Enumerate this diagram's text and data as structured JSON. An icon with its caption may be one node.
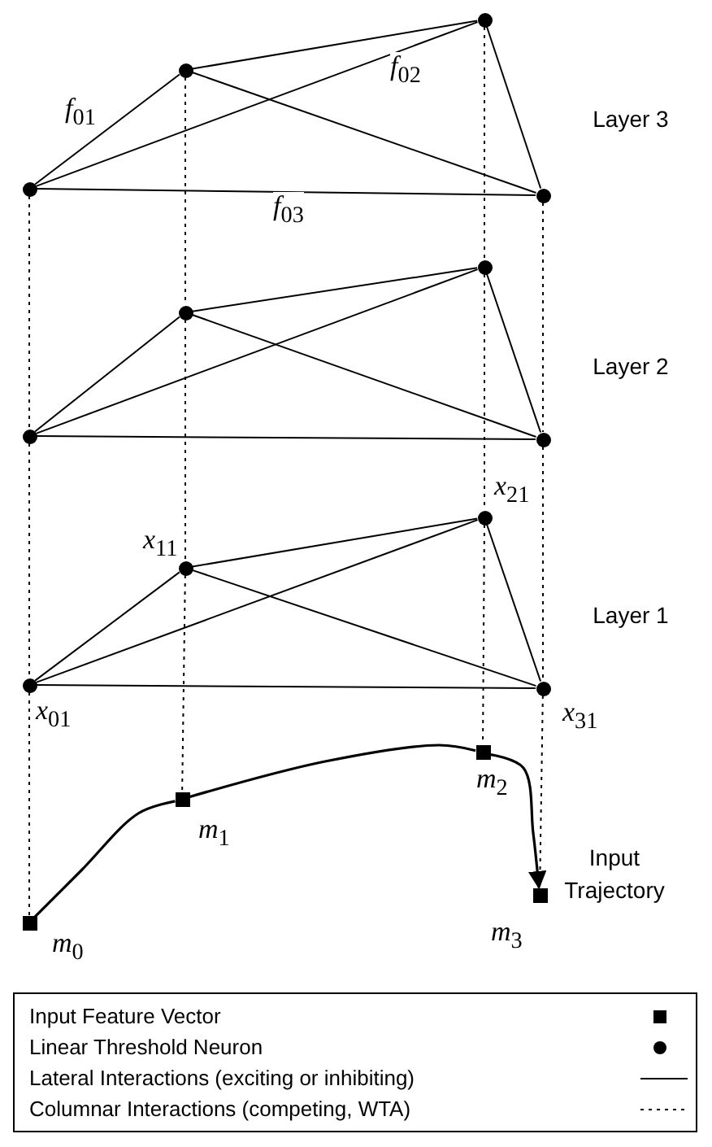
{
  "diagram": {
    "nodes": [
      {
        "text": [],
        "shape": "circle"
      },
      {
        "text": [],
        "shape": "circle"
      },
      {
        "text": [],
        "shape": "circle"
      },
      {
        "text": [],
        "shape": "circle"
      },
      {
        "text": [],
        "shape": "circle"
      },
      {
        "text": [],
        "shape": "circle"
      },
      {
        "text": [],
        "shape": "circle"
      },
      {
        "text": [],
        "shape": "circle"
      },
      {
        "text": [],
        "shape": "circle",
        "beside": [
          "*x*$_{01}$"
        ]
      },
      {
        "text": [],
        "shape": "circle",
        "beside": [
          "*x*$_{11}$"
        ]
      },
      {
        "text": [],
        "shape": "circle",
        "beside": [
          "*x*$_{21}$"
        ]
      },
      {
        "text": [],
        "shape": "circle",
        "beside": [
          "*x*$_{31}$"
        ]
      },
      {
        "text": [],
        "shape": "box",
        "beside": [
          "*m*$_{0}$"
        ]
      },
      {
        "text": [],
        "shape": "box",
        "beside": [
          "*m*$_{1}$"
        ]
      },
      {
        "text": [],
        "shape": "box",
        "beside": [
          "*m*$_{2}$"
        ]
      },
      {
        "text": [],
        "shape": "box",
        "beside": [
          "*m*$_{3}$"
        ]
      }
    ],
    "edges": [
      {
        "from": 0,
        "to": 1,
        "arrow": "none",
        "label": "*f*$_{01}$"
      },
      {
        "from": 0,
        "to": 2,
        "arrow": "none",
        "label": "*f*$_{02}$"
      },
      {
        "from": 0,
        "to": 3,
        "arrow": "none",
        "label": "*f*$_{03}$"
      },
      {
        "from": 1,
        "to": 2,
        "arrow": "none"
      },
      {
        "from": 1,
        "to": 3,
        "arrow": "none"
      },
      {
        "from": 2,
        "to": 3,
        "arrow": "none"
      },
      {
        "from": 4,
        "to": 5,
        "arrow": "none"
      },
      {
        "from": 4,
        "to": 6,
        "arrow": "none"
      },
      {
        "from": 4,
        "to": 7,
        "arrow": "none"
      },
      {
        "from": 5,
        "to": 6,
        "arrow": "none"
      },
      {
        "from": 5,
        "to": 7,
        "arrow": "none"
      },
      {
        "from": 6,
        "to": 7,
        "arrow": "none"
      },
      {
        "from": 8,
        "to": 9,
        "arrow": "none"
      },
      {
        "from": 8,
        "to": 10,
        "arrow": "none"
      },
      {
        "from": 8,
        "to": 11,
        "arrow": "none"
      },
      {
        "from": 9,
        "to": 10,
        "arrow": "none"
      },
      {
        "from": 9,
        "to": 11,
        "arrow": "none"
      },
      {
        "from": 10,
        "to": 11,
        "arrow": "none"
      },
      {
        "from": 0,
        "to": 4,
        "arrow": "none",
        "style": "dashed"
      },
      {
        "from": 4,
        "to": 8,
        "arrow": "none",
        "style": "dashed"
      },
      {
        "from": 8,
        "to": 12,
        "arrow": "none",
        "style": "dashed"
      },
      {
        "from": 1,
        "to": 5,
        "arrow": "none",
        "style": "dashed"
      },
      {
        "from": 5,
        "to": 9,
        "arrow": "none",
        "style": "dashed"
      },
      {
        "from": 9,
        "to": 13,
        "arrow": "none",
        "style": "dashed"
      },
      {
        "from": 2,
        "to": 6,
        "arrow": "none",
        "style": "dashed"
      },
      {
        "from": 6,
        "to": 10,
        "arrow": "none",
        "style": "dashed"
      },
      {
        "from": 10,
        "to": 14,
        "arrow": "none",
        "style": "dashed"
      },
      {
        "from": 3,
        "to": 7,
        "arrow": "none",
        "style": "dashed"
      },
      {
        "from": 7,
        "to": 11,
        "arrow": "none",
        "style": "dashed"
      },
      {
        "from": 11,
        "to": 15,
        "arrow": "none",
        "style": "dashed"
      },
      {
        "from": 12,
        "to": 13,
        "arrow": "none"
      },
      {
        "from": 13,
        "to": 14,
        "arrow": "none"
      },
      {
        "from": 14,
        "to": 15,
        "arrow": "to"
      }
    ],
    "labels": [
      "Layer 3",
      "Layer 2",
      "Layer 1",
      "Input Trajectory"
    ],
    "legend": [
      {
        "text": "Input Feature Vector"
      },
      {
        "text": "Linear Threshold Neuron"
      },
      {
        "text": "Lateral Interactions (exciting or inhibiting)"
      },
      {
        "text": "Columnar Interactions (competing, WTA)"
      }
    ]
  }
}
